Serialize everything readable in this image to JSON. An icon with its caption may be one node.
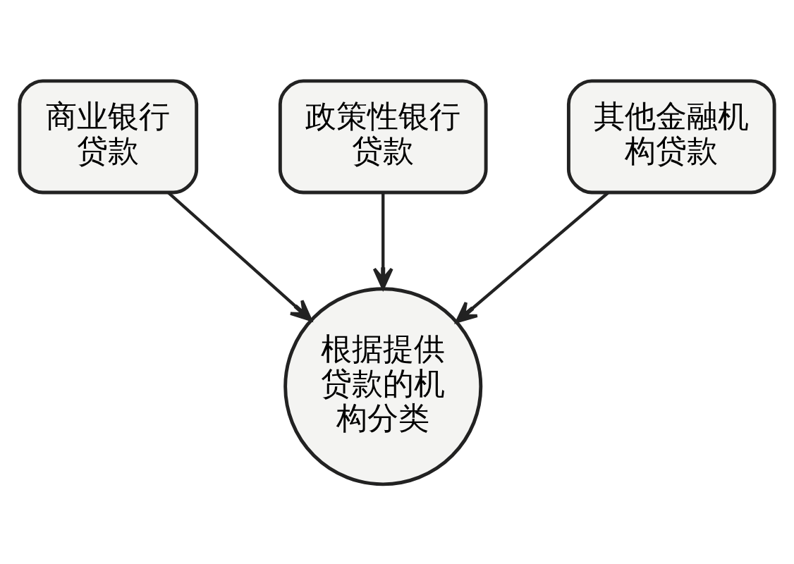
{
  "diagram": {
    "nodes": [
      {
        "text": [
          "商业银行贷款"
        ]
      },
      {
        "text": [
          "政策性银行贷款"
        ]
      },
      {
        "text": [
          "其他金融机构贷款"
        ]
      },
      {
        "text": [
          "根据提供贷款的机构分类"
        ]
      }
    ],
    "edges": [
      {
        "from": 1,
        "to": 3,
        "arrow": "to"
      },
      {
        "from": 0,
        "to": 3,
        "arrow": "to"
      },
      {
        "from": 2,
        "to": 3,
        "arrow": "to"
      }
    ]
  }
}
